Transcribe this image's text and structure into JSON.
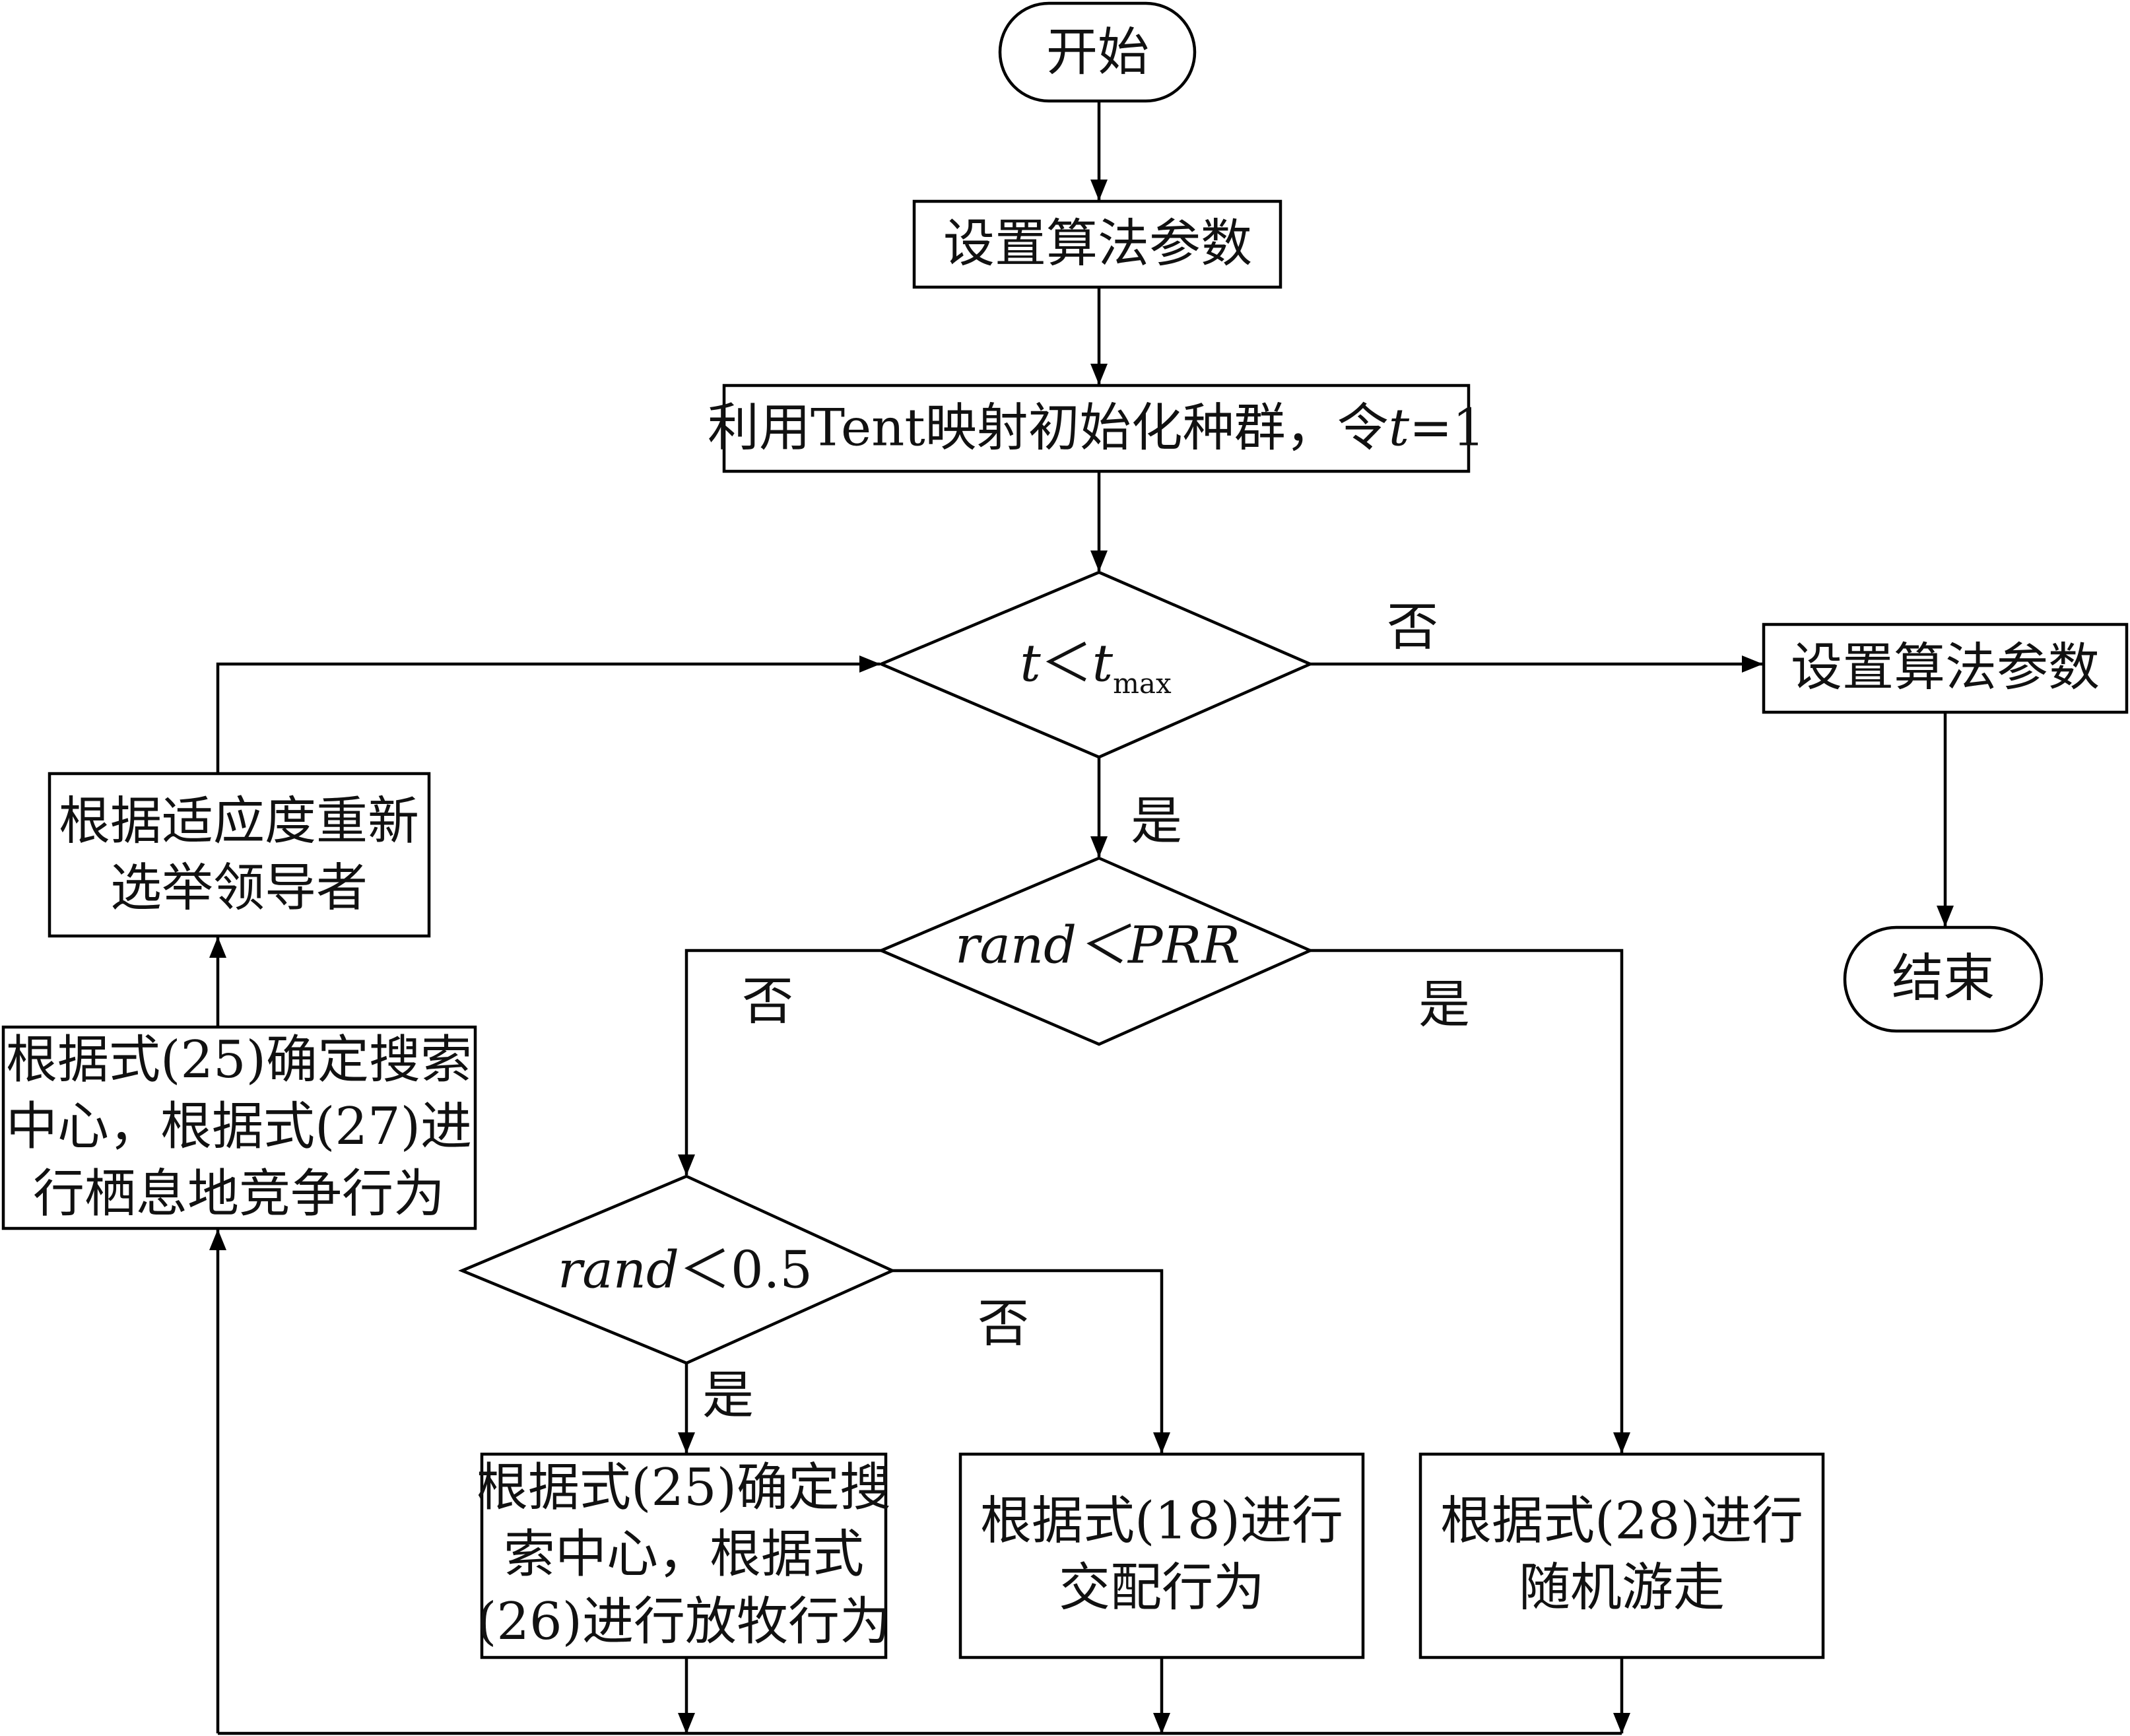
{
  "nodes": {
    "start": "开始",
    "set_params": "设置算法参数",
    "init": {
      "prefix": "利用Tent映射初始化种群，令",
      "var": "t",
      "suffix": "=1"
    },
    "cond_t": {
      "left": "t",
      "op": "＜",
      "right": "t",
      "sub": "max"
    },
    "set_params_2": "设置算法参数",
    "end": "结束",
    "cond_prr": "rand＜PRR",
    "cond_half": {
      "var": "rand",
      "rest": "＜0.5"
    },
    "reelect": [
      "根据适应度重新",
      "选举领导者"
    ],
    "habitat": [
      "根据式(25)确定搜索",
      "中心，根据式(27)进",
      "行栖息地竞争行为"
    ],
    "grazing": [
      "根据式(25)确定搜",
      "索中心，根据式",
      "(26)进行放牧行为"
    ],
    "mating": [
      "根据式(18)进行",
      "交配行为"
    ],
    "random_walk": [
      "根据式(28)进行",
      "随机游走"
    ]
  },
  "edge_labels": {
    "t_no": "否",
    "t_yes": "是",
    "prr_no": "否",
    "prr_yes": "是",
    "half_no": "否",
    "half_yes": "是"
  }
}
